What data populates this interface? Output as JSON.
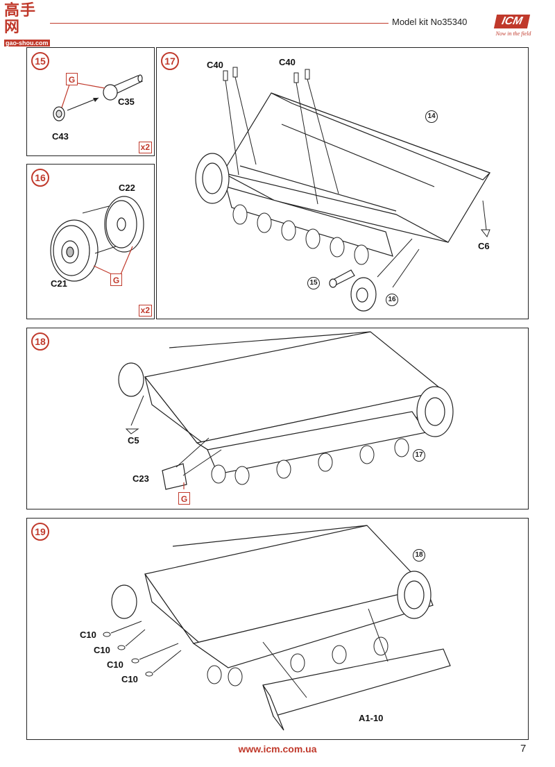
{
  "header": {
    "watermark_top": "高手网",
    "watermark_sub": "gao-shou.com",
    "title": "Model kit No35340",
    "logo": "ICM",
    "logo_tagline": "Now in the field"
  },
  "steps": {
    "s15": {
      "number": "15",
      "multiplier": "x2",
      "parts": {
        "c35": "C35",
        "c43": "C43"
      },
      "glue": "G"
    },
    "s16": {
      "number": "16",
      "multiplier": "x2",
      "parts": {
        "c22": "C22",
        "c21": "C21"
      },
      "glue": "G"
    },
    "s17": {
      "number": "17",
      "parts": {
        "c40a": "C40",
        "c40b": "C40",
        "c6": "C6"
      },
      "refs": {
        "r14": "14",
        "r15": "15",
        "r16": "16"
      }
    },
    "s18": {
      "number": "18",
      "parts": {
        "c5": "C5",
        "c23": "C23"
      },
      "glue": "G",
      "refs": {
        "r17": "17"
      }
    },
    "s19": {
      "number": "19",
      "parts": {
        "c10a": "C10",
        "c10b": "C10",
        "c10c": "C10",
        "c10d": "C10",
        "a1": "A1-10"
      },
      "refs": {
        "r18": "18"
      }
    }
  },
  "footer": {
    "url": "www.icm.com.ua",
    "page": "7"
  },
  "colors": {
    "accent": "#c0392b",
    "line": "#222222"
  }
}
